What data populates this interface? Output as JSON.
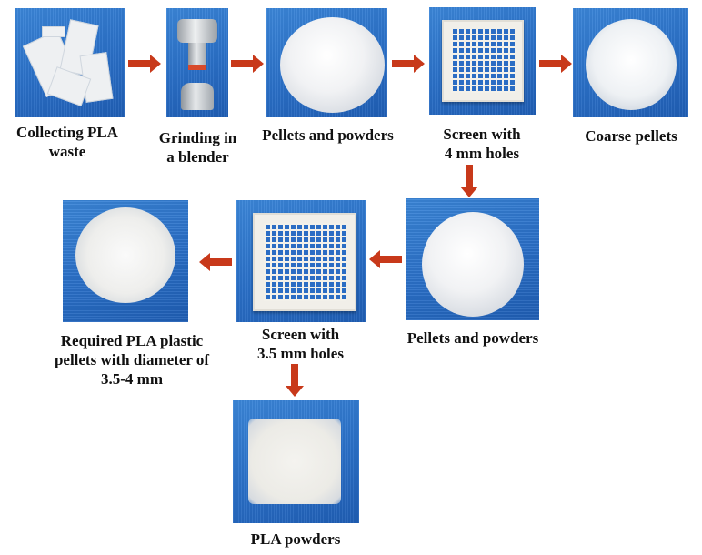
{
  "diagram": {
    "title": "PLA waste recycling into pellets process",
    "arrow_color": "#c8391a",
    "photo_background_color": "#2a6fc7",
    "steps": [
      {
        "id": "collect",
        "label": "Collecting  PLA\nwaste",
        "image": "pla-waste-photo"
      },
      {
        "id": "grind",
        "label": "Grinding in\na blender",
        "image": "blender-photo"
      },
      {
        "id": "pellets1",
        "label": "Pellets and powders",
        "image": "pellets-powders-photo"
      },
      {
        "id": "screen4",
        "label": "Screen with\n4 mm holes",
        "image": "screen-tray-photo"
      },
      {
        "id": "coarse",
        "label": "Coarse pellets",
        "image": "coarse-pellets-photo"
      },
      {
        "id": "pellets2",
        "label": "Pellets and powders",
        "image": "pellets-powders-photo"
      },
      {
        "id": "screen35",
        "label": "Screen with\n3.5 mm holes",
        "image": "screen-tray-photo"
      },
      {
        "id": "required",
        "label": "Required PLA plastic\npellets with diameter of\n3.5-4 mm",
        "image": "pla-pellets-photo"
      },
      {
        "id": "powders",
        "label": "PLA powders",
        "image": "pla-powders-photo"
      }
    ],
    "flow": [
      {
        "from": "collect",
        "to": "grind",
        "direction": "right"
      },
      {
        "from": "grind",
        "to": "pellets1",
        "direction": "right"
      },
      {
        "from": "pellets1",
        "to": "screen4",
        "direction": "right"
      },
      {
        "from": "screen4",
        "to": "coarse",
        "direction": "right"
      },
      {
        "from": "screen4",
        "to": "pellets2",
        "direction": "down"
      },
      {
        "from": "pellets2",
        "to": "screen35",
        "direction": "left"
      },
      {
        "from": "screen35",
        "to": "required",
        "direction": "left"
      },
      {
        "from": "screen35",
        "to": "powders",
        "direction": "down"
      }
    ]
  }
}
